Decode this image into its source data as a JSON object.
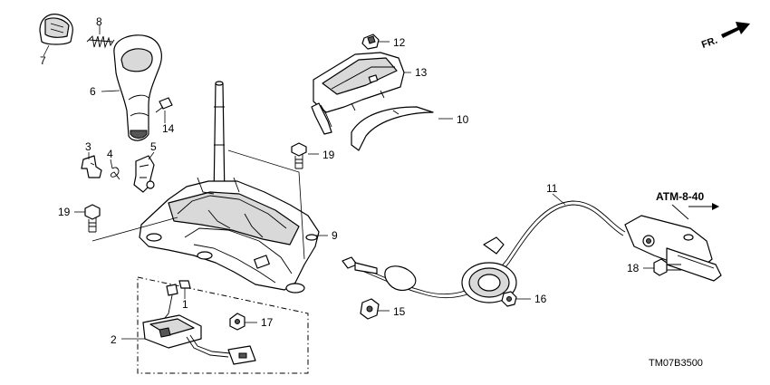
{
  "callouts": {
    "c1": "1",
    "c2": "2",
    "c3": "3",
    "c4": "4",
    "c5": "5",
    "c6": "6",
    "c7": "7",
    "c8": "8",
    "c9": "9",
    "c10": "10",
    "c11": "11",
    "c12": "12",
    "c13": "13",
    "c14": "14",
    "c15": "15",
    "c16": "16",
    "c17": "17",
    "c18": "18",
    "c19a": "19",
    "c19b": "19"
  },
  "reference": "ATM-8-40",
  "direction": "FR.",
  "diagram_code": "TM07B3500"
}
